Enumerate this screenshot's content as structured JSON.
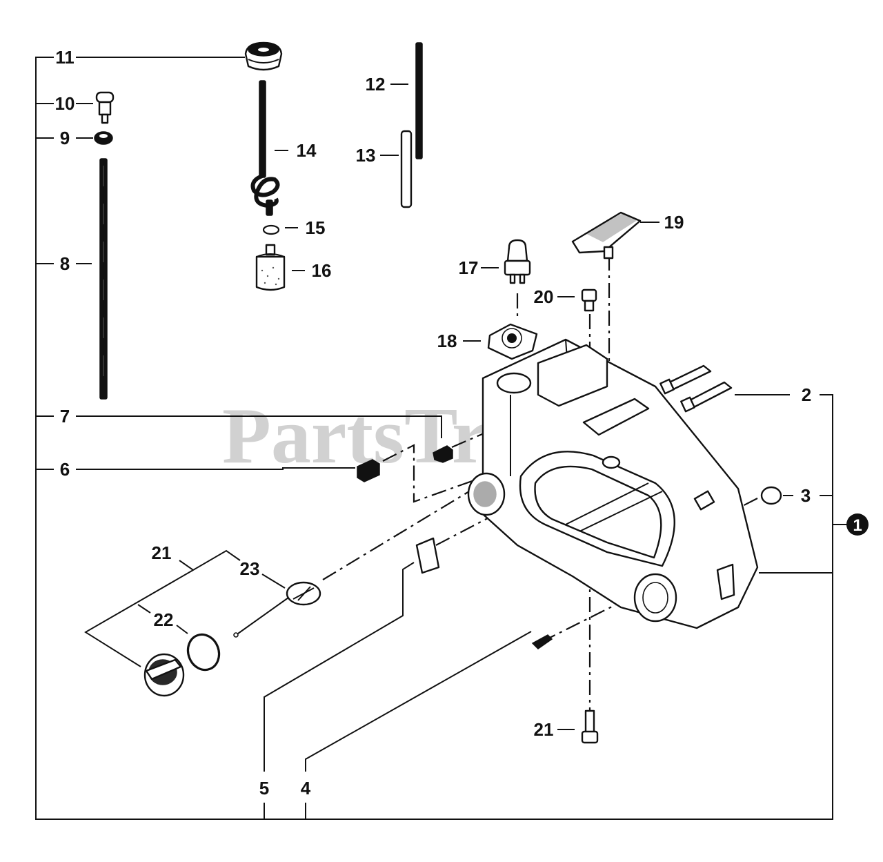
{
  "watermark": "PartsTree",
  "assembly_marker": "1",
  "callouts": {
    "c2": "2",
    "c3": "3",
    "c4": "4",
    "c5": "5",
    "c6": "6",
    "c7": "7",
    "c8": "8",
    "c9": "9",
    "c10": "10",
    "c11": "11",
    "c12": "12",
    "c13": "13",
    "c14": "14",
    "c15": "15",
    "c16": "16",
    "c17": "17",
    "c18": "18",
    "c19": "19",
    "c20": "20",
    "c21a": "21",
    "c21b": "21",
    "c22": "22",
    "c23": "23"
  }
}
